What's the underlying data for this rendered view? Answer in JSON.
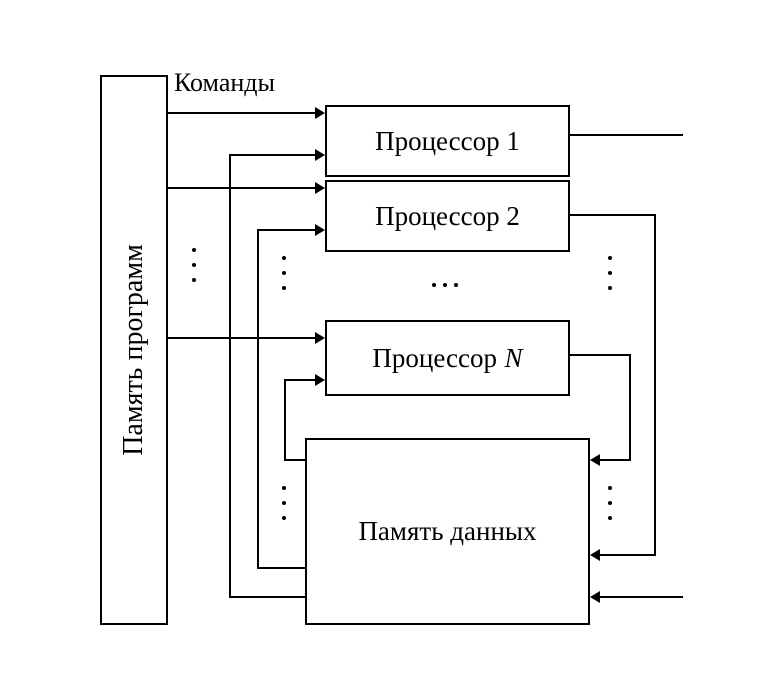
{
  "diagram": {
    "commands_label": "Команды",
    "program_memory": {
      "label": "Память программ"
    },
    "processors": [
      {
        "label": "Процессор 1"
      },
      {
        "label": "Процессор 2"
      },
      {
        "label": "Процессор",
        "variable": "N"
      }
    ],
    "data_memory": {
      "label": "Память данных"
    },
    "colors": {
      "line": "#000000",
      "background": "#ffffff"
    }
  }
}
